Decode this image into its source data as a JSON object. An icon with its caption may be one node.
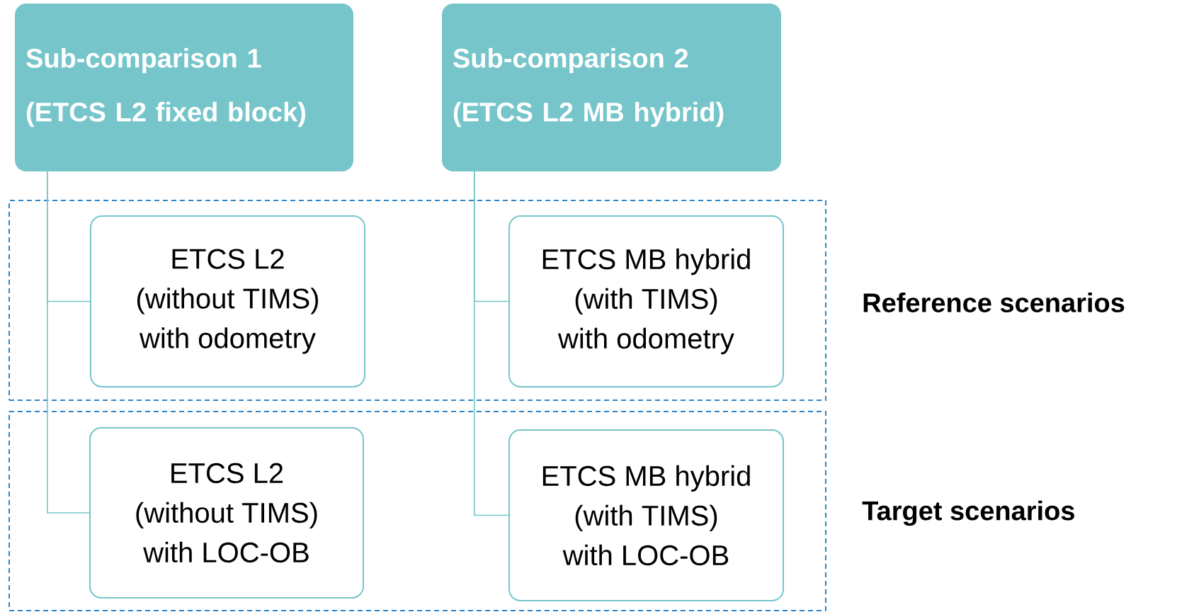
{
  "diagram": {
    "nodes": [
      {
        "text": [
          "Sub-comparison 1",
          "(ETCS L2 fixed block)"
        ]
      },
      {
        "text": [
          "Sub-comparison 2",
          "(ETCS L2 MB hybrid)"
        ]
      },
      {
        "text": [
          "Reference scenarios"
        ]
      },
      {
        "text": [
          "ETCS L2",
          "(without TIMS)",
          "with odometry"
        ],
        "in": 2
      },
      {
        "text": [
          "ETCS MB hybrid",
          "(with TIMS)",
          "with odometry"
        ],
        "in": 2
      },
      {
        "text": [
          "Target scenarios"
        ]
      },
      {
        "text": [
          "ETCS L2",
          "(without TIMS)",
          "with LOC-OB"
        ],
        "in": 5
      },
      {
        "text": [
          "ETCS MB hybrid",
          "(with TIMS)",
          "with LOC-OB"
        ],
        "in": 5
      }
    ],
    "edges": [
      {
        "from": 0,
        "to": 3,
        "arrow": "none"
      },
      {
        "from": 0,
        "to": 6,
        "arrow": "none"
      },
      {
        "from": 1,
        "to": 4,
        "arrow": "none"
      },
      {
        "from": 1,
        "to": 7,
        "arrow": "none"
      }
    ]
  }
}
